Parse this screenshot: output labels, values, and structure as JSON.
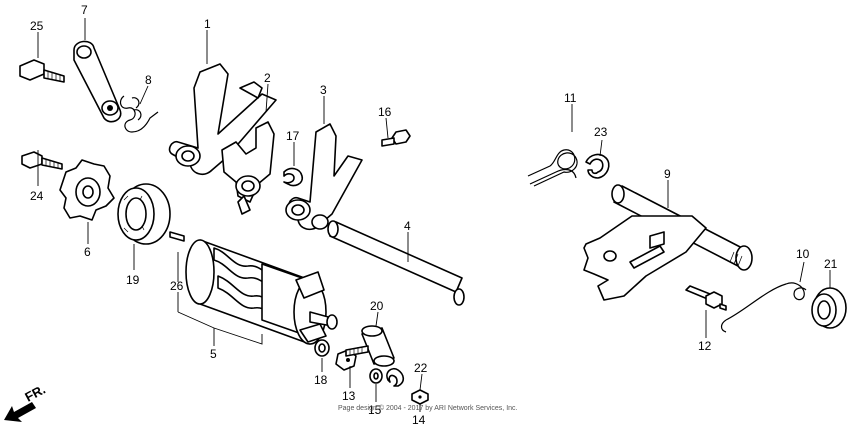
{
  "diagram": {
    "direction_label": "FR.",
    "footer": "Page design © 2004 - 2017 by ARI Network Services, Inc.",
    "parts": [
      {
        "id": "p1",
        "label": "1"
      },
      {
        "id": "p2",
        "label": "2"
      },
      {
        "id": "p3",
        "label": "3"
      },
      {
        "id": "p4",
        "label": "4"
      },
      {
        "id": "p5",
        "label": "5"
      },
      {
        "id": "p6",
        "label": "6"
      },
      {
        "id": "p7",
        "label": "7"
      },
      {
        "id": "p8",
        "label": "8"
      },
      {
        "id": "p9",
        "label": "9"
      },
      {
        "id": "p10",
        "label": "10"
      },
      {
        "id": "p11",
        "label": "11"
      },
      {
        "id": "p12",
        "label": "12"
      },
      {
        "id": "p13",
        "label": "13"
      },
      {
        "id": "p14",
        "label": "14"
      },
      {
        "id": "p15",
        "label": "15"
      },
      {
        "id": "p16",
        "label": "16"
      },
      {
        "id": "p17",
        "label": "17"
      },
      {
        "id": "p18",
        "label": "18"
      },
      {
        "id": "p19",
        "label": "19"
      },
      {
        "id": "p20",
        "label": "20"
      },
      {
        "id": "p21",
        "label": "21"
      },
      {
        "id": "p22",
        "label": "22"
      },
      {
        "id": "p23",
        "label": "23"
      },
      {
        "id": "p24",
        "label": "24"
      },
      {
        "id": "p25",
        "label": "25"
      },
      {
        "id": "p26",
        "label": "26"
      }
    ]
  }
}
